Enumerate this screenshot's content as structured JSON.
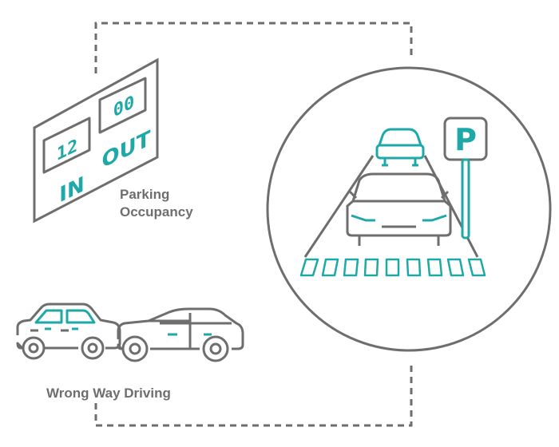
{
  "sign": {
    "in_count": "12",
    "out_count": "00",
    "in_label": "IN",
    "out_label": "OUT"
  },
  "labels": {
    "occupancy_line1": "Parking",
    "occupancy_line2": "Occupancy",
    "wrong_way": "Wrong Way Driving"
  },
  "parking_sign_letter": "P",
  "colors": {
    "gray": "#6e6e6e",
    "teal": "#1fa8a8",
    "dashed": "#6e6e6e"
  },
  "icons": [
    "occupancy-sign-icon",
    "parking-lot-icon",
    "parking-sign-icon",
    "wrong-way-cars-icon"
  ]
}
